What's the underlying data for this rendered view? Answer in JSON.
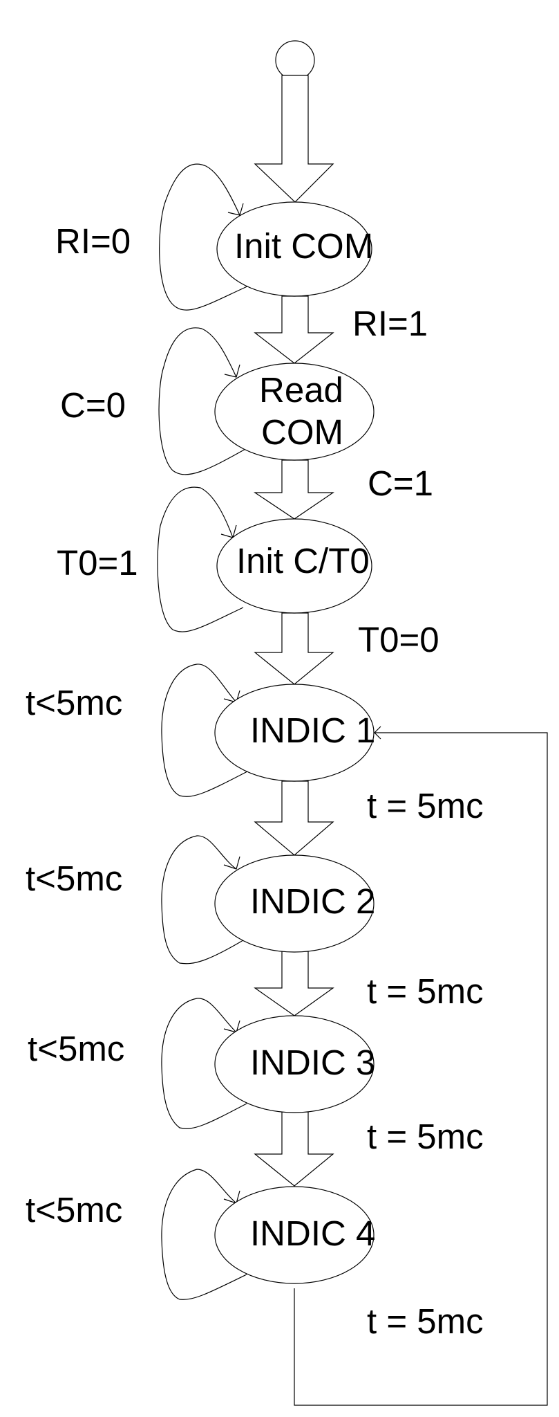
{
  "diagram": {
    "type": "state-machine",
    "colors": {
      "stroke": "#000000",
      "background": "#ffffff",
      "text": "#000000"
    },
    "states": [
      {
        "id": "init_com",
        "lines": [
          "Init COM"
        ],
        "self_loop_label": "RI=0"
      },
      {
        "id": "read_com",
        "lines": [
          "Read",
          "COM"
        ],
        "self_loop_label": "C=0"
      },
      {
        "id": "init_ct0",
        "lines": [
          "Init C/T0"
        ],
        "self_loop_label": "T0=1"
      },
      {
        "id": "indic1",
        "lines": [
          "INDIC 1"
        ],
        "self_loop_label": "t<5mc"
      },
      {
        "id": "indic2",
        "lines": [
          "INDIC 2"
        ],
        "self_loop_label": "t<5mc"
      },
      {
        "id": "indic3",
        "lines": [
          "INDIC 3"
        ],
        "self_loop_label": "t<5mc"
      },
      {
        "id": "indic4",
        "lines": [
          "INDIC 4"
        ],
        "self_loop_label": "t<5mc"
      }
    ],
    "transitions": [
      {
        "from": "start",
        "to": "init_com",
        "label": ""
      },
      {
        "from": "init_com",
        "to": "read_com",
        "label": "RI=1"
      },
      {
        "from": "read_com",
        "to": "init_ct0",
        "label": "C=1"
      },
      {
        "from": "init_ct0",
        "to": "indic1",
        "label": "T0=0"
      },
      {
        "from": "indic1",
        "to": "indic2",
        "label": "t = 5mc"
      },
      {
        "from": "indic2",
        "to": "indic3",
        "label": "t = 5mc"
      },
      {
        "from": "indic3",
        "to": "indic4",
        "label": "t = 5mc"
      },
      {
        "from": "indic4",
        "to": "indic1",
        "label": "t = 5mc"
      }
    ]
  }
}
